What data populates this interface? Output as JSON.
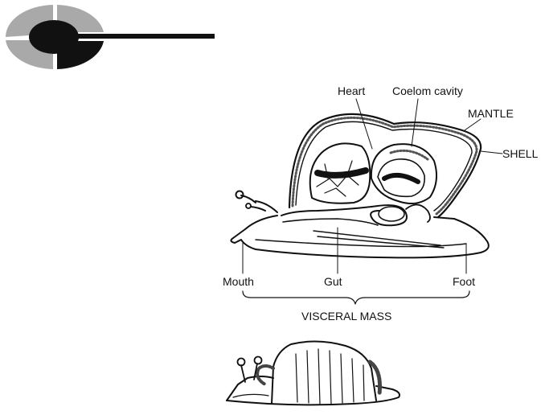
{
  "diagram": {
    "labels": {
      "heart": "Heart",
      "coelom": "Coelom cavity",
      "mantle": "MANTLE",
      "shell": "SHELL",
      "mouth": "Mouth",
      "gut": "Gut",
      "foot": "Foot",
      "visceral_mass": "VISCERAL MASS"
    }
  },
  "colors": {
    "ink": "#111111",
    "logo_gray": "#a9a9a9",
    "stipple": "#555555"
  }
}
